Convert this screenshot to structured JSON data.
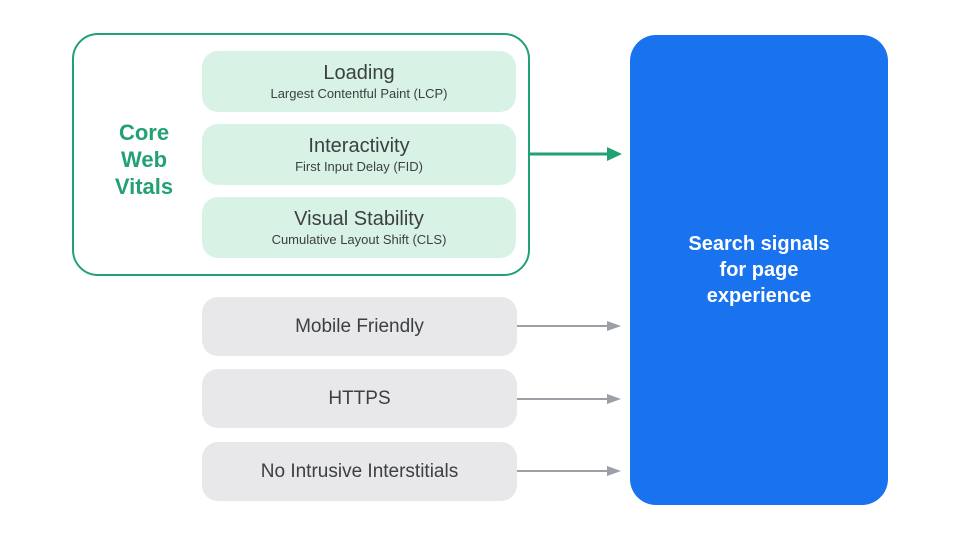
{
  "colors": {
    "green_accent": "#23A173",
    "mint_fill": "#D8F3E5",
    "blue_fill": "#1A73EE",
    "gray_fill": "#E8E8EA",
    "dark_text": "#3C4043",
    "white_text": "#FFFFFF",
    "arrow_gray": "#9AA0A6"
  },
  "core_web_vitals": {
    "label_lines": [
      "Core",
      "Web",
      "Vitals"
    ],
    "items": [
      {
        "title": "Loading",
        "subtitle": "Largest Contentful Paint (LCP)"
      },
      {
        "title": "Interactivity",
        "subtitle": "First Input Delay (FID)"
      },
      {
        "title": "Visual Stability",
        "subtitle": "Cumulative Layout Shift (CLS)"
      }
    ]
  },
  "other_signals": [
    {
      "label": "Mobile Friendly"
    },
    {
      "label": "HTTPS"
    },
    {
      "label": "No Intrusive Interstitials"
    }
  ],
  "result_box": {
    "lines": [
      "Search signals",
      "for page",
      "experience"
    ]
  }
}
